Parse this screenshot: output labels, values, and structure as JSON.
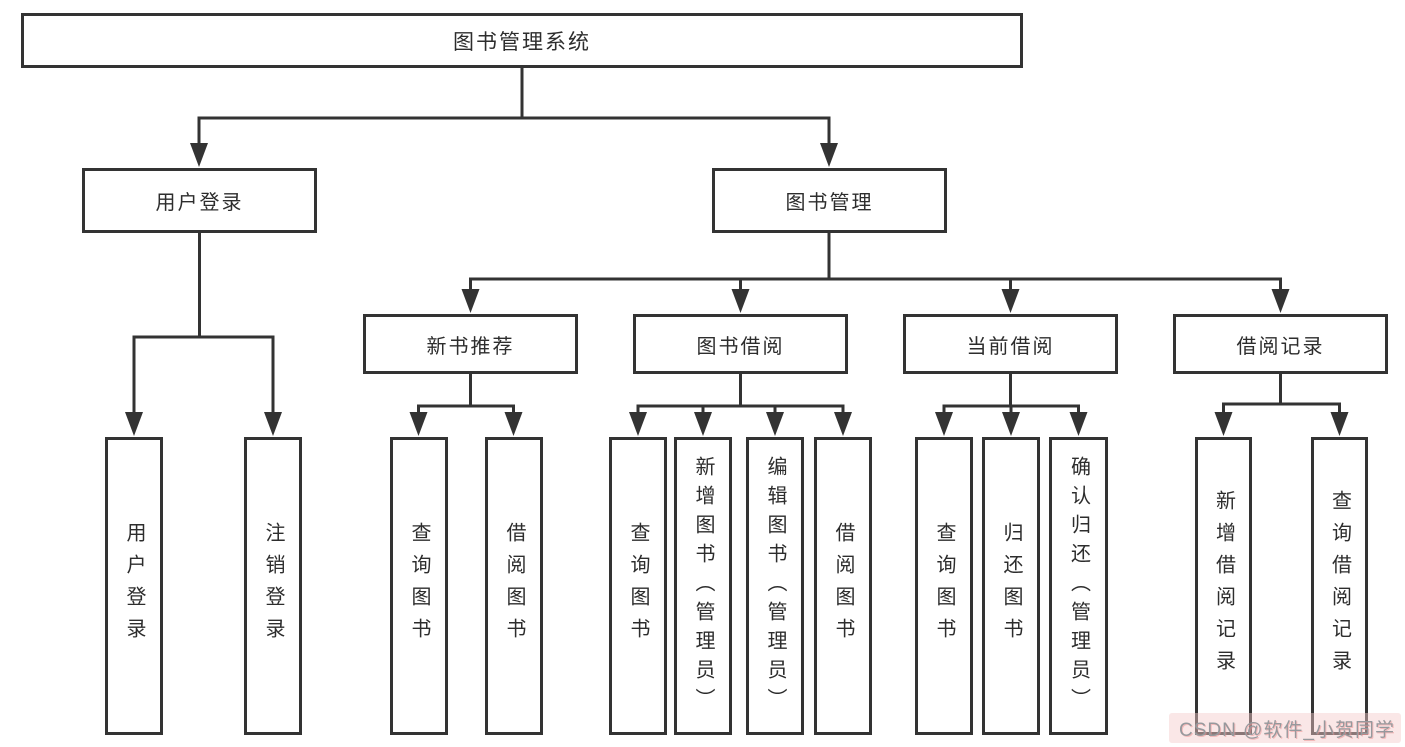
{
  "diagram": {
    "root": "图书管理系统",
    "level2": {
      "user_login": "用户登录",
      "book_mgmt": "图书管理"
    },
    "level3": {
      "new_books": "新书推荐",
      "borrow": "图书借阅",
      "current": "当前借阅",
      "records": "借阅记录"
    },
    "leaves": {
      "user_login": [
        "用户登录",
        "注销登录"
      ],
      "new_books": [
        "查询图书",
        "借阅图书"
      ],
      "borrow": [
        "查询图书",
        "新增图书（管理员）",
        "编辑图书（管理员）",
        "借阅图书"
      ],
      "current": [
        "查询图书",
        "归还图书",
        "确认归还（管理员）"
      ],
      "records": [
        "新增借阅记录",
        "查询借阅记录"
      ]
    }
  },
  "watermark": "CSDN @软件_小贺同学",
  "colors": {
    "line": "#333333",
    "text": "#2d2d2d",
    "background": "#ffffff",
    "watermark_text": "#96999d",
    "watermark_tint": "#f4caca"
  }
}
